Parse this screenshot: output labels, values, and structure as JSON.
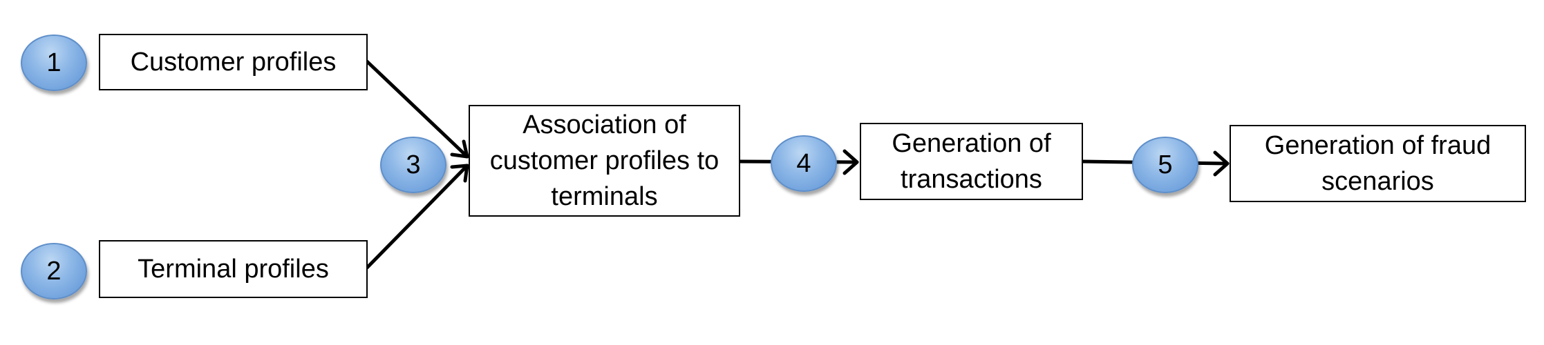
{
  "diagram": {
    "boxes": {
      "customer_profiles": "Customer profiles",
      "terminal_profiles": "Terminal profiles",
      "association": "Association of customer profiles to terminals",
      "transactions": "Generation of transactions",
      "fraud": "Generation of fraud scenarios"
    },
    "steps": [
      "1",
      "2",
      "3",
      "4",
      "5"
    ],
    "colors": {
      "step_fill": "#8ab5e6",
      "step_border": "#5f8fc9",
      "line": "#000000"
    }
  }
}
